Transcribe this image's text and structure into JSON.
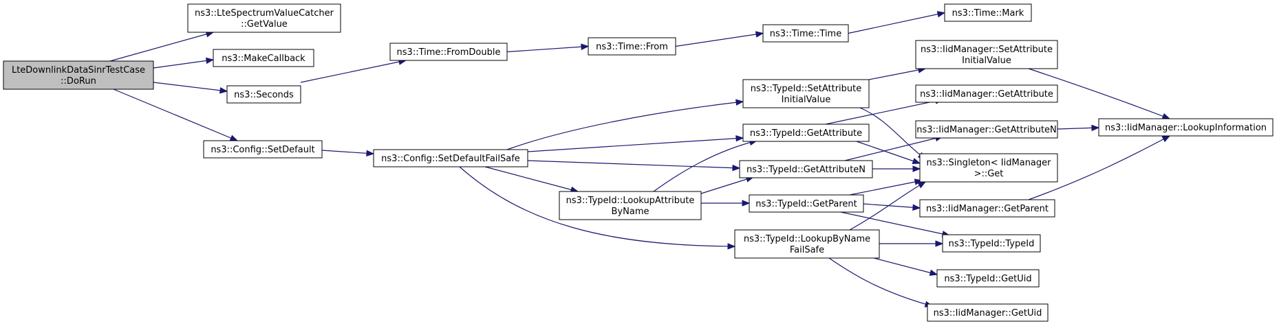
{
  "graph": {
    "nodes": [
      {
        "id": "root",
        "lines": [
          "LteDownlinkDataSinrTestCase",
          "::DoRun"
        ],
        "highlight": true
      },
      {
        "id": "lscgv",
        "lines": [
          "ns3::LteSpectrumValueCatcher",
          "::GetValue"
        ]
      },
      {
        "id": "mkcb",
        "lines": [
          "ns3::MakeCallback"
        ]
      },
      {
        "id": "seconds",
        "lines": [
          "ns3::Seconds"
        ]
      },
      {
        "id": "cfgsd",
        "lines": [
          "ns3::Config::SetDefault"
        ]
      },
      {
        "id": "fromdouble",
        "lines": [
          "ns3::Time::FromDouble"
        ]
      },
      {
        "id": "from",
        "lines": [
          "ns3::Time::From"
        ]
      },
      {
        "id": "timetime",
        "lines": [
          "ns3::Time::Time"
        ]
      },
      {
        "id": "mark",
        "lines": [
          "ns3::Time::Mark"
        ]
      },
      {
        "id": "cfgsdfs",
        "lines": [
          "ns3::Config::SetDefaultFailSafe"
        ]
      },
      {
        "id": "tsetattr",
        "lines": [
          "ns3::TypeId::SetAttribute",
          "InitialValue"
        ]
      },
      {
        "id": "tgetattr",
        "lines": [
          "ns3::TypeId::GetAttribute"
        ]
      },
      {
        "id": "tgetattrn",
        "lines": [
          "ns3::TypeId::GetAttributeN"
        ]
      },
      {
        "id": "tlookupattr",
        "lines": [
          "ns3::TypeId::LookupAttribute",
          "ByName"
        ]
      },
      {
        "id": "tgetparent",
        "lines": [
          "ns3::TypeId::GetParent"
        ]
      },
      {
        "id": "tlookupbyname",
        "lines": [
          "ns3::TypeId::LookupByName",
          "FailSafe"
        ]
      },
      {
        "id": "isetattr",
        "lines": [
          "ns3::IidManager::SetAttribute",
          "InitialValue"
        ]
      },
      {
        "id": "igetattr",
        "lines": [
          "ns3::IidManager::GetAttribute"
        ]
      },
      {
        "id": "igetattrn",
        "lines": [
          "ns3::IidManager::GetAttributeN"
        ]
      },
      {
        "id": "singleton",
        "lines": [
          "ns3::Singleton< IidManager",
          ">::Get"
        ]
      },
      {
        "id": "igetparent",
        "lines": [
          "ns3::IidManager::GetParent"
        ]
      },
      {
        "id": "ttypeid",
        "lines": [
          "ns3::TypeId::TypeId"
        ]
      },
      {
        "id": "tgetuid",
        "lines": [
          "ns3::TypeId::GetUid"
        ]
      },
      {
        "id": "igetuid",
        "lines": [
          "ns3::IidManager::GetUid"
        ]
      },
      {
        "id": "ilookupinfo",
        "lines": [
          "ns3::IidManager::LookupInformation"
        ]
      }
    ],
    "edges": [
      {
        "from": "root",
        "to": "lscgv"
      },
      {
        "from": "root",
        "to": "mkcb"
      },
      {
        "from": "root",
        "to": "seconds"
      },
      {
        "from": "root",
        "to": "cfgsd"
      },
      {
        "from": "seconds",
        "to": "fromdouble"
      },
      {
        "from": "fromdouble",
        "to": "from"
      },
      {
        "from": "from",
        "to": "timetime"
      },
      {
        "from": "timetime",
        "to": "mark"
      },
      {
        "from": "cfgsd",
        "to": "cfgsdfs"
      },
      {
        "from": "cfgsdfs",
        "to": "tsetattr"
      },
      {
        "from": "cfgsdfs",
        "to": "tgetattr"
      },
      {
        "from": "cfgsdfs",
        "to": "tgetattrn"
      },
      {
        "from": "cfgsdfs",
        "to": "tlookupattr"
      },
      {
        "from": "cfgsdfs",
        "to": "tlookupbyname"
      },
      {
        "from": "tsetattr",
        "to": "isetattr"
      },
      {
        "from": "tsetattr",
        "to": "singleton"
      },
      {
        "from": "tgetattr",
        "to": "igetattr"
      },
      {
        "from": "tgetattr",
        "to": "singleton"
      },
      {
        "from": "tgetattrn",
        "to": "igetattrn"
      },
      {
        "from": "tgetattrn",
        "to": "singleton"
      },
      {
        "from": "tlookupattr",
        "to": "tgetattr"
      },
      {
        "from": "tlookupattr",
        "to": "tgetattrn"
      },
      {
        "from": "tlookupattr",
        "to": "tgetparent"
      },
      {
        "from": "tgetparent",
        "to": "singleton"
      },
      {
        "from": "tgetparent",
        "to": "igetparent"
      },
      {
        "from": "tgetparent",
        "to": "ttypeid"
      },
      {
        "from": "tlookupbyname",
        "to": "singleton"
      },
      {
        "from": "tlookupbyname",
        "to": "ttypeid"
      },
      {
        "from": "tlookupbyname",
        "to": "tgetuid"
      },
      {
        "from": "tlookupbyname",
        "to": "igetuid"
      },
      {
        "from": "isetattr",
        "to": "ilookupinfo"
      },
      {
        "from": "igetattrn",
        "to": "ilookupinfo"
      },
      {
        "from": "igetparent",
        "to": "ilookupinfo"
      }
    ]
  },
  "colors": {
    "edge": "#191970",
    "node_border": "#000000",
    "node_fill": "#ffffff",
    "root_fill": "#bfbfbf"
  }
}
